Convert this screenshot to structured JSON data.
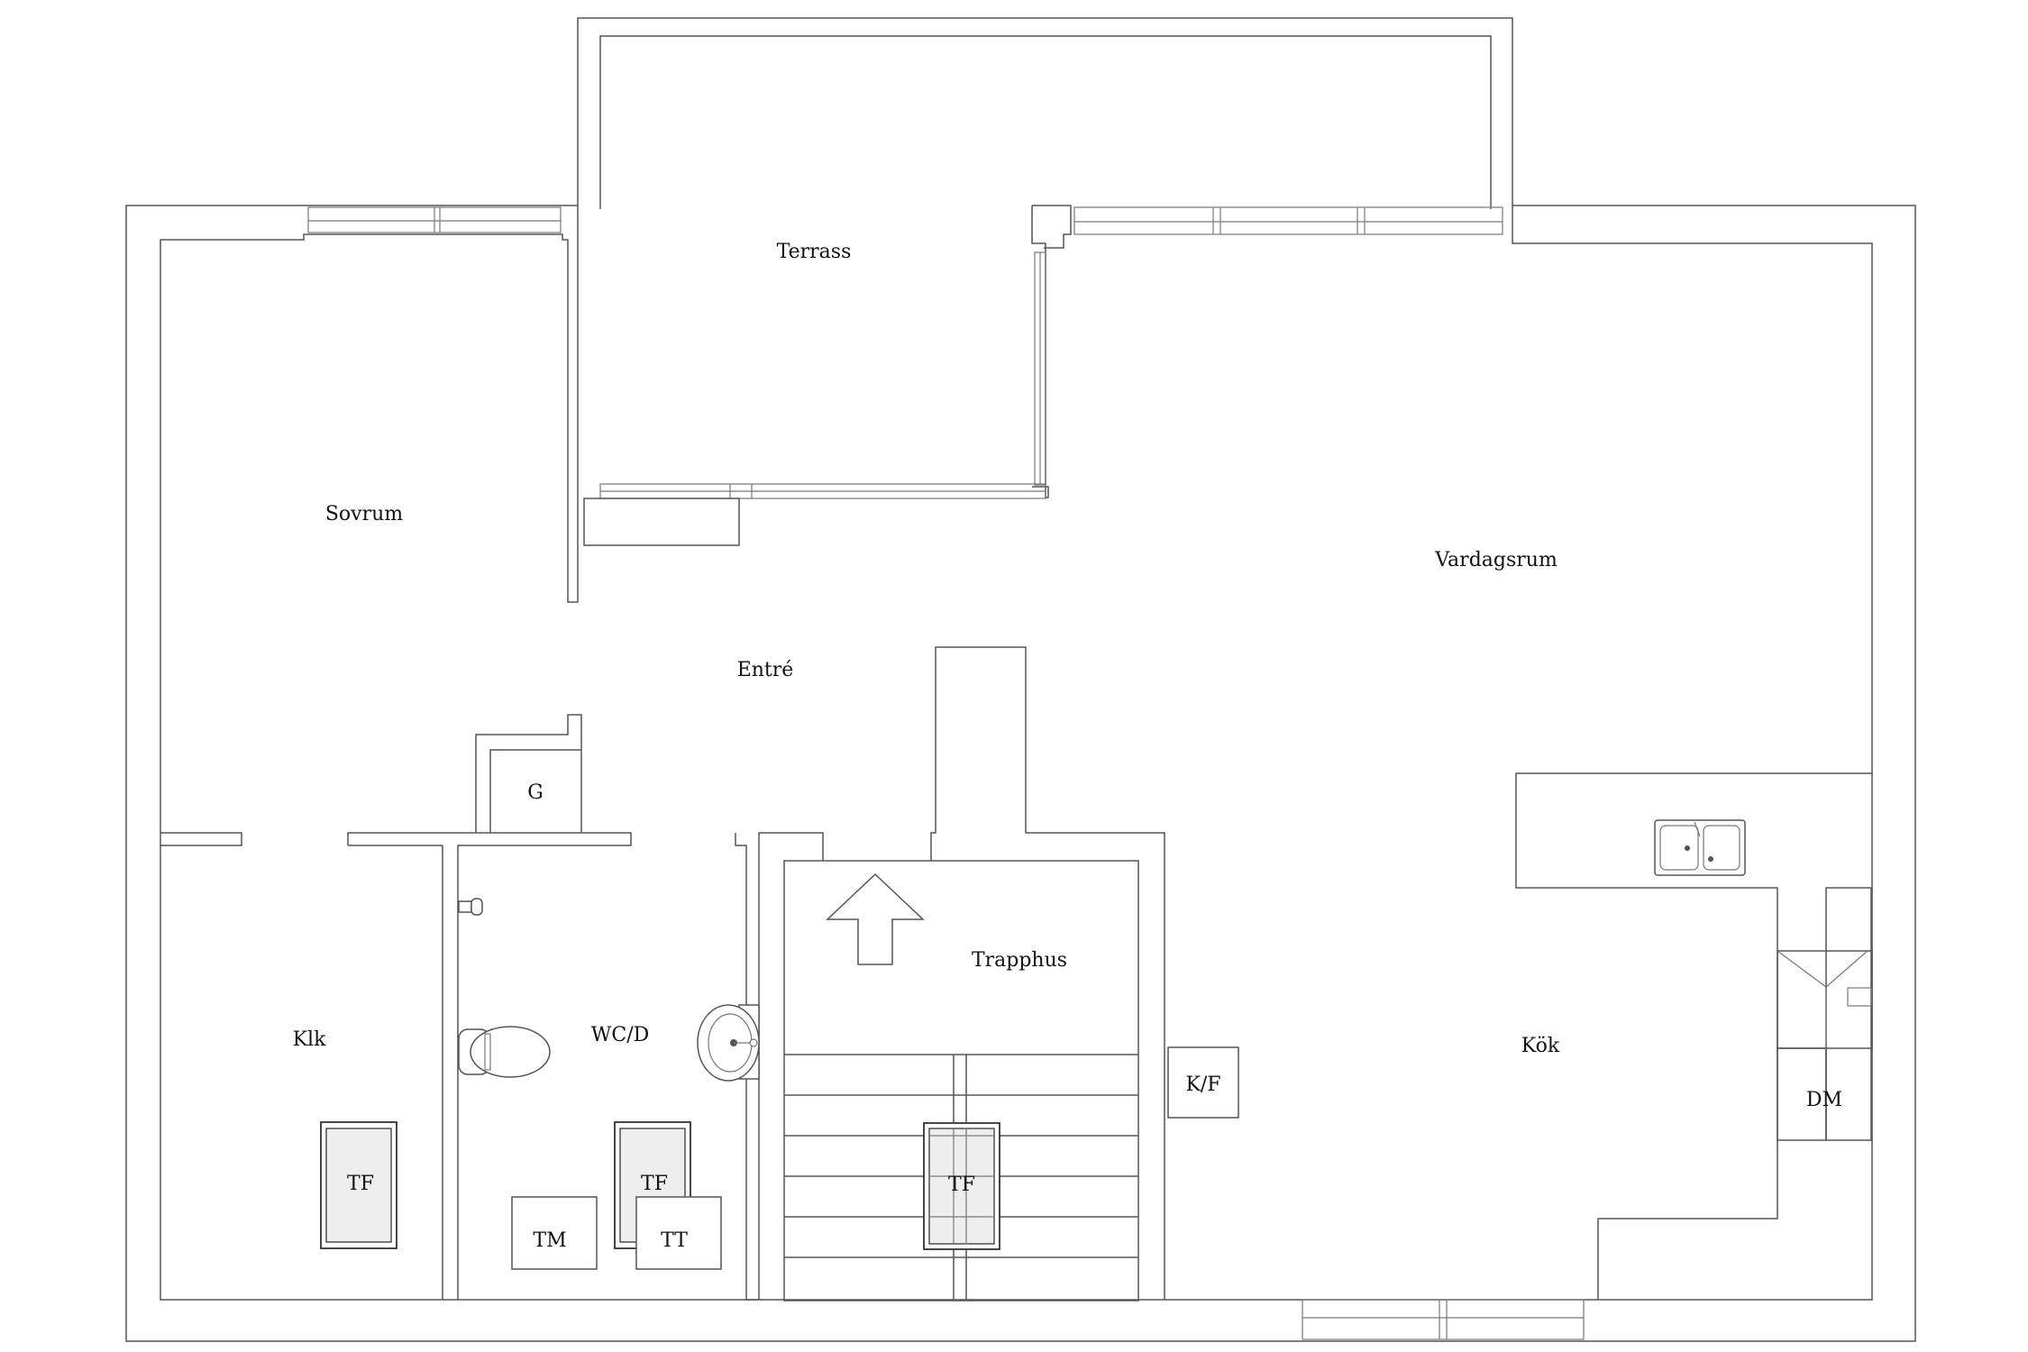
{
  "rooms": {
    "terrass": "Terrass",
    "sovrum": "Sovrum",
    "vardagsrum": "Vardagsrum",
    "entre": "Entré",
    "klk": "Klk",
    "wcd": "WC/D",
    "trapphus": "Trapphus",
    "kok": "Kök"
  },
  "fixtures": {
    "g": "G",
    "kf": "K/F",
    "dm": "DM",
    "tm": "TM",
    "tt": "TT",
    "tf": "TF"
  },
  "colors": {
    "wall": "#555555",
    "floor": "#ffffff",
    "fixture_fill": "#eeeeee"
  }
}
